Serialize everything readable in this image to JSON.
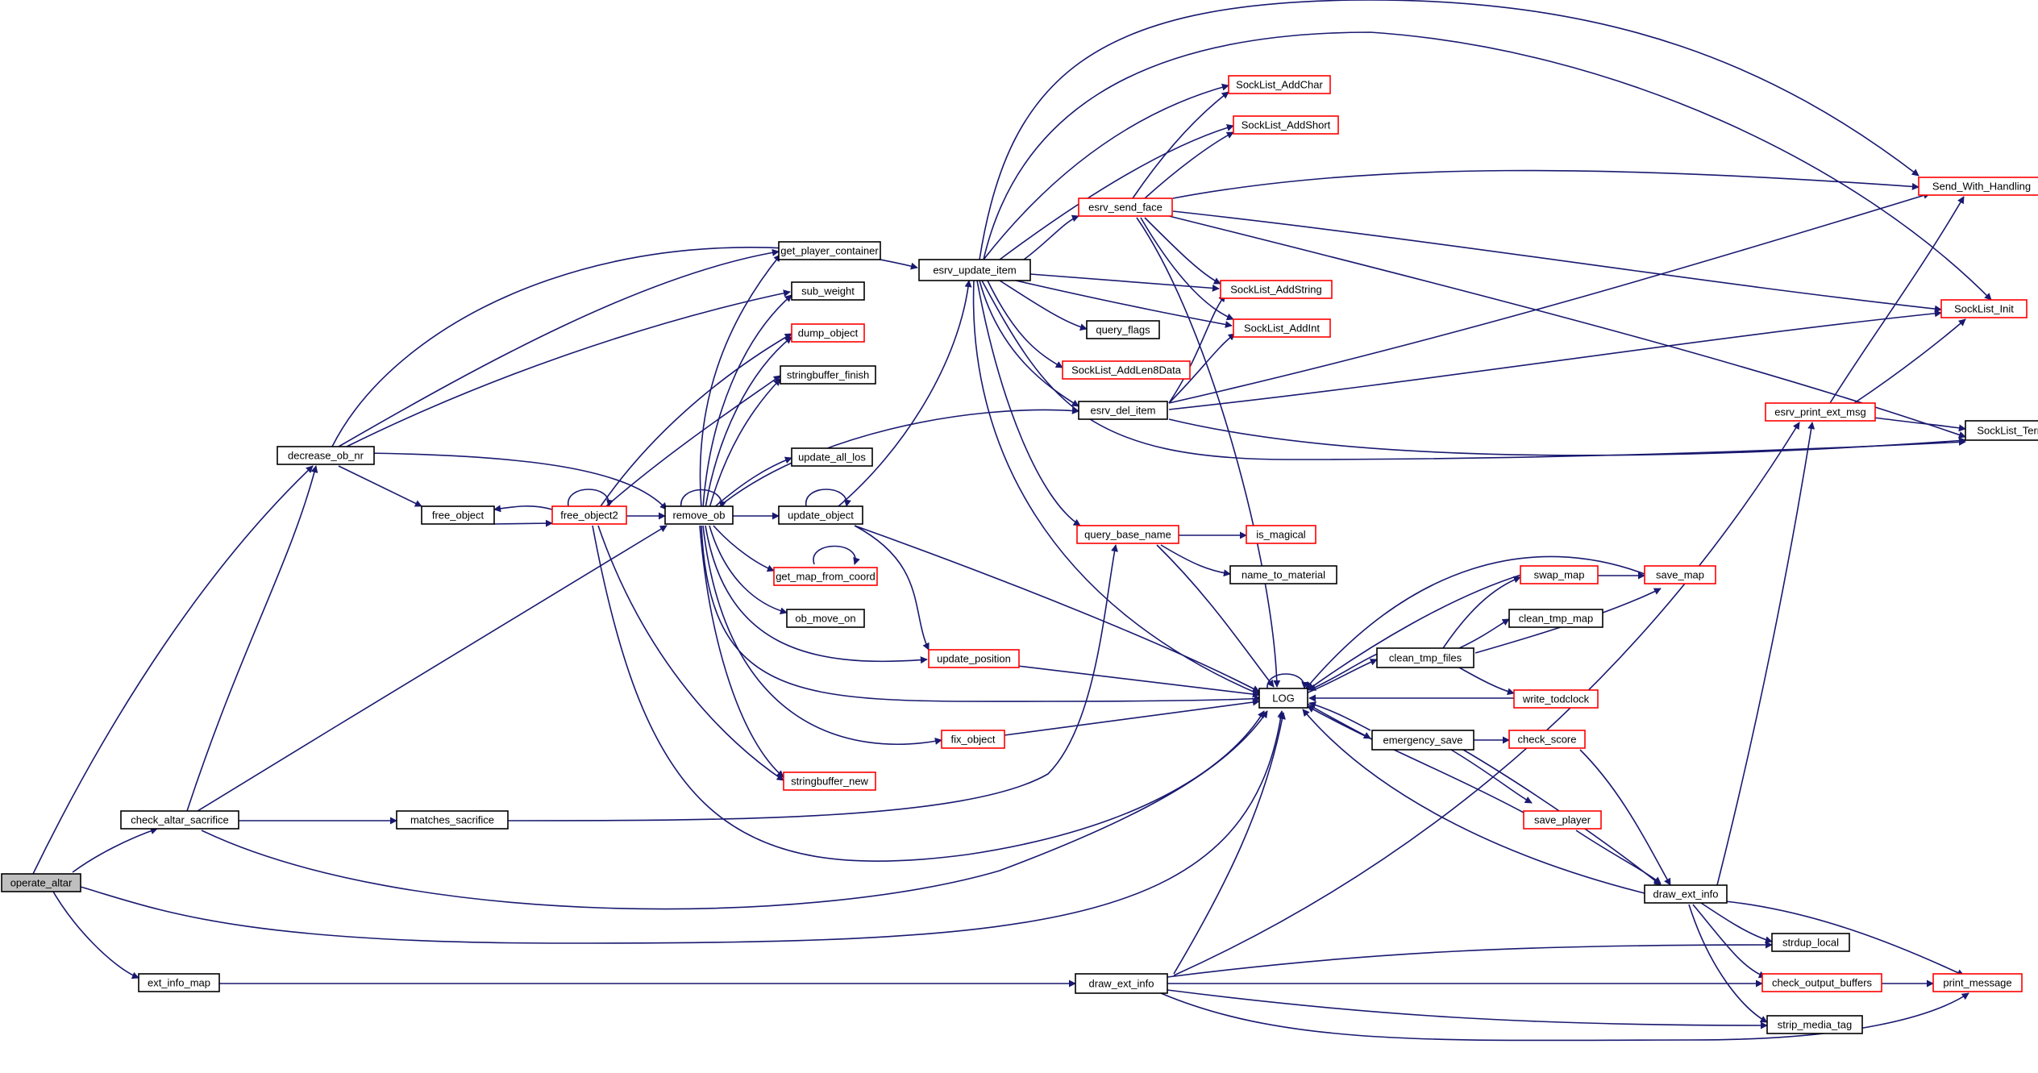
{
  "title": "Call graph for operate_altar",
  "colors": {
    "edge": "#191970",
    "border_normal": "#000000",
    "border_truncated": "#ff0000",
    "root_fill": "#bfbfbf"
  },
  "nodes": [
    {
      "id": "operate_altar",
      "label": "operate_altar",
      "kind": "root"
    },
    {
      "id": "decrease_ob_nr",
      "label": "decrease_ob_nr",
      "kind": "normal"
    },
    {
      "id": "check_altar_sacrifice",
      "label": "check_altar_sacrifice",
      "kind": "normal"
    },
    {
      "id": "ext_info_map",
      "label": "ext_info_map",
      "kind": "normal"
    },
    {
      "id": "free_object",
      "label": "free_object",
      "kind": "normal"
    },
    {
      "id": "free_object2",
      "label": "free_object2",
      "kind": "trunc"
    },
    {
      "id": "remove_ob",
      "label": "remove_ob",
      "kind": "normal"
    },
    {
      "id": "get_player_container",
      "label": "get_player_container",
      "kind": "normal"
    },
    {
      "id": "sub_weight",
      "label": "sub_weight",
      "kind": "normal"
    },
    {
      "id": "dump_object",
      "label": "dump_object",
      "kind": "trunc"
    },
    {
      "id": "stringbuffer_finish",
      "label": "stringbuffer_finish",
      "kind": "normal"
    },
    {
      "id": "update_all_los",
      "label": "update_all_los",
      "kind": "normal"
    },
    {
      "id": "update_object",
      "label": "update_object",
      "kind": "normal"
    },
    {
      "id": "get_map_from_coord",
      "label": "get_map_from_coord",
      "kind": "trunc"
    },
    {
      "id": "ob_move_on",
      "label": "ob_move_on",
      "kind": "normal"
    },
    {
      "id": "update_position",
      "label": "update_position",
      "kind": "trunc"
    },
    {
      "id": "fix_object",
      "label": "fix_object",
      "kind": "trunc"
    },
    {
      "id": "stringbuffer_new",
      "label": "stringbuffer_new",
      "kind": "trunc"
    },
    {
      "id": "matches_sacrifice",
      "label": "matches_sacrifice",
      "kind": "normal"
    },
    {
      "id": "esrv_update_item",
      "label": "esrv_update_item",
      "kind": "normal"
    },
    {
      "id": "SockList_AddChar",
      "label": "SockList_AddChar",
      "kind": "trunc"
    },
    {
      "id": "SockList_AddShort",
      "label": "SockList_AddShort",
      "kind": "trunc"
    },
    {
      "id": "esrv_send_face",
      "label": "esrv_send_face",
      "kind": "trunc"
    },
    {
      "id": "SockList_AddString",
      "label": "SockList_AddString",
      "kind": "trunc"
    },
    {
      "id": "SockList_AddInt",
      "label": "SockList_AddInt",
      "kind": "trunc"
    },
    {
      "id": "query_flags",
      "label": "query_flags",
      "kind": "normal"
    },
    {
      "id": "SockList_AddLen8Data",
      "label": "SockList_AddLen8Data",
      "kind": "trunc"
    },
    {
      "id": "esrv_del_item",
      "label": "esrv_del_item",
      "kind": "normal"
    },
    {
      "id": "query_base_name",
      "label": "query_base_name",
      "kind": "trunc"
    },
    {
      "id": "is_magical",
      "label": "is_magical",
      "kind": "trunc"
    },
    {
      "id": "name_to_material",
      "label": "name_to_material",
      "kind": "normal"
    },
    {
      "id": "LOG",
      "label": "LOG",
      "kind": "normal"
    },
    {
      "id": "swap_map",
      "label": "swap_map",
      "kind": "trunc"
    },
    {
      "id": "save_map",
      "label": "save_map",
      "kind": "trunc"
    },
    {
      "id": "clean_tmp_map",
      "label": "clean_tmp_map",
      "kind": "normal"
    },
    {
      "id": "clean_tmp_files",
      "label": "clean_tmp_files",
      "kind": "normal"
    },
    {
      "id": "write_todclock",
      "label": "write_todclock",
      "kind": "trunc"
    },
    {
      "id": "emergency_save",
      "label": "emergency_save",
      "kind": "normal"
    },
    {
      "id": "check_score",
      "label": "check_score",
      "kind": "trunc"
    },
    {
      "id": "save_player",
      "label": "save_player",
      "kind": "trunc"
    },
    {
      "id": "draw_ext_info",
      "label": "draw_ext_info",
      "kind": "normal"
    },
    {
      "id": "draw_ext_info_2",
      "label": "draw_ext_info",
      "kind": "normal"
    },
    {
      "id": "Send_With_Handling",
      "label": "Send_With_Handling",
      "kind": "trunc"
    },
    {
      "id": "SockList_Init",
      "label": "SockList_Init",
      "kind": "trunc"
    },
    {
      "id": "esrv_print_ext_msg",
      "label": "esrv_print_ext_msg",
      "kind": "trunc"
    },
    {
      "id": "SockList_Term",
      "label": "SockList_Term",
      "kind": "normal"
    },
    {
      "id": "strdup_local",
      "label": "strdup_local",
      "kind": "normal"
    },
    {
      "id": "check_output_buffers",
      "label": "check_output_buffers",
      "kind": "trunc"
    },
    {
      "id": "print_message",
      "label": "print_message",
      "kind": "trunc"
    },
    {
      "id": "strip_media_tag",
      "label": "strip_media_tag",
      "kind": "normal"
    }
  ]
}
